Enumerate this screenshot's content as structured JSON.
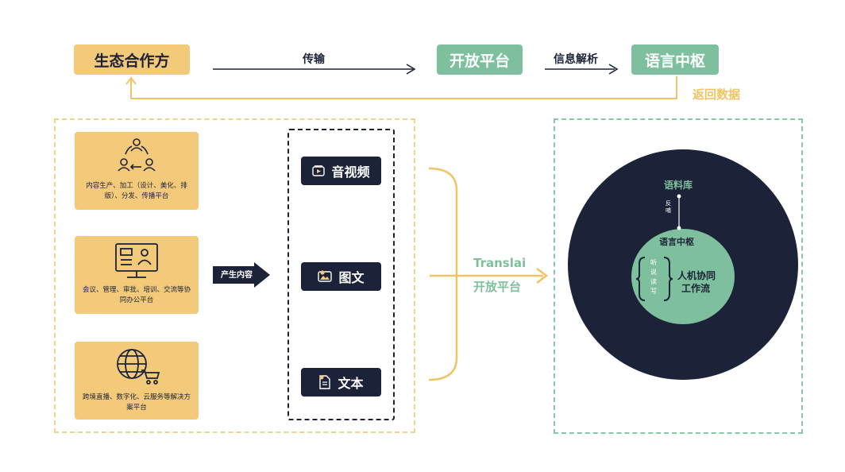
{
  "top_flow": {
    "ecosystem_label": "生态合作方",
    "transmit_label": "传输",
    "open_platform_label": "开放平台",
    "parse_label": "信息解析",
    "language_hub_label": "语言中枢",
    "return_label": "返回数据"
  },
  "sources": [
    {
      "text": "内容生产、加工（设计、美化、排版）、分发、传播平台",
      "icon": "people-cycle-icon"
    },
    {
      "text": "会议、管理、审批、培训、交流等协同办公平台",
      "icon": "monitor-user-icon"
    },
    {
      "text": "跨境直播、数字化、云服务等解决方案平台",
      "icon": "globe-cart-icon"
    }
  ],
  "produce_label": "产生内容",
  "content_types": [
    {
      "label": "音视频",
      "icon": "video-icon"
    },
    {
      "label": "图文",
      "icon": "image-icon"
    },
    {
      "label": "文本",
      "icon": "document-icon"
    }
  ],
  "translai": {
    "line1": "Translai",
    "line2": "开放平台"
  },
  "core": {
    "corpus_label": "语料库",
    "feedback_label": "反哺",
    "hub_label": "语言中枢",
    "skills": "听说读写",
    "workflow_line1": "人机协同",
    "workflow_line2": "工作流"
  },
  "colors": {
    "navy": "#1c2238",
    "yellow": "#f3c97a",
    "green": "#7ec09d"
  }
}
